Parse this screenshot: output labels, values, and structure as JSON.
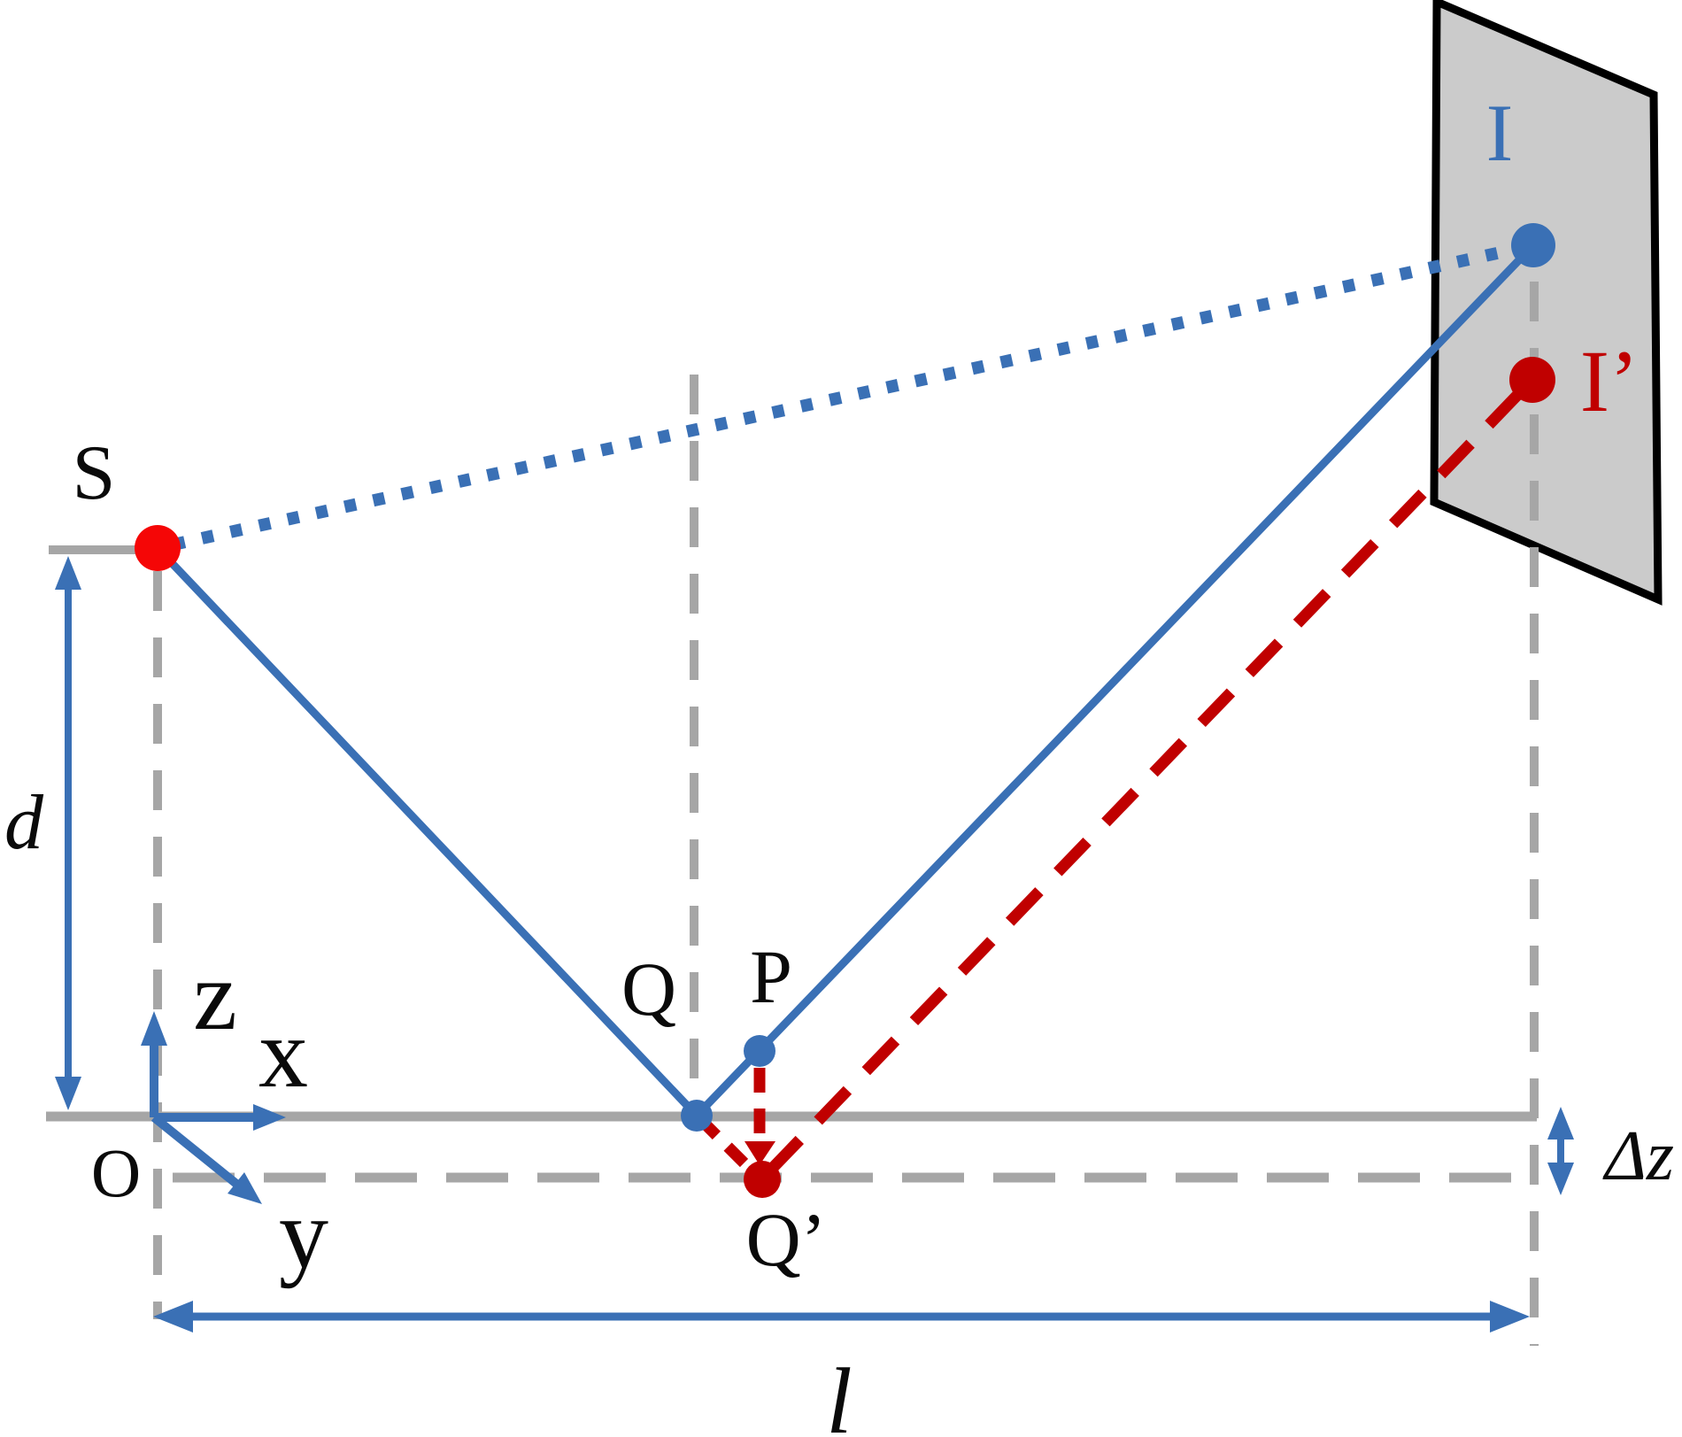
{
  "figure": {
    "description": "Laser triangulation geometry diagram with source S, reflection points Q and P, displaced point Q', image plane with image points I and I', coordinate system O-x-y-z, distances d, l and height offset Δz",
    "labels": {
      "source": "S",
      "reflection_point": "Q",
      "upper_point": "P",
      "shifted_point": "Q’",
      "image_point": "I",
      "shifted_image_point": "I’",
      "origin": "O",
      "axis_x": "x",
      "axis_y": "y",
      "axis_z": "z",
      "distance_d": "d",
      "baseline_l": "l",
      "height_offset": "Δz"
    },
    "colors": {
      "blue": "#3a70b5",
      "bright_red": "#f50606",
      "dark_red": "#c00000",
      "gray_line": "#a6a6a6",
      "plane_fill": "#cbcbcb",
      "plane_border": "#000000",
      "label_black": "#0a0a0a"
    }
  }
}
